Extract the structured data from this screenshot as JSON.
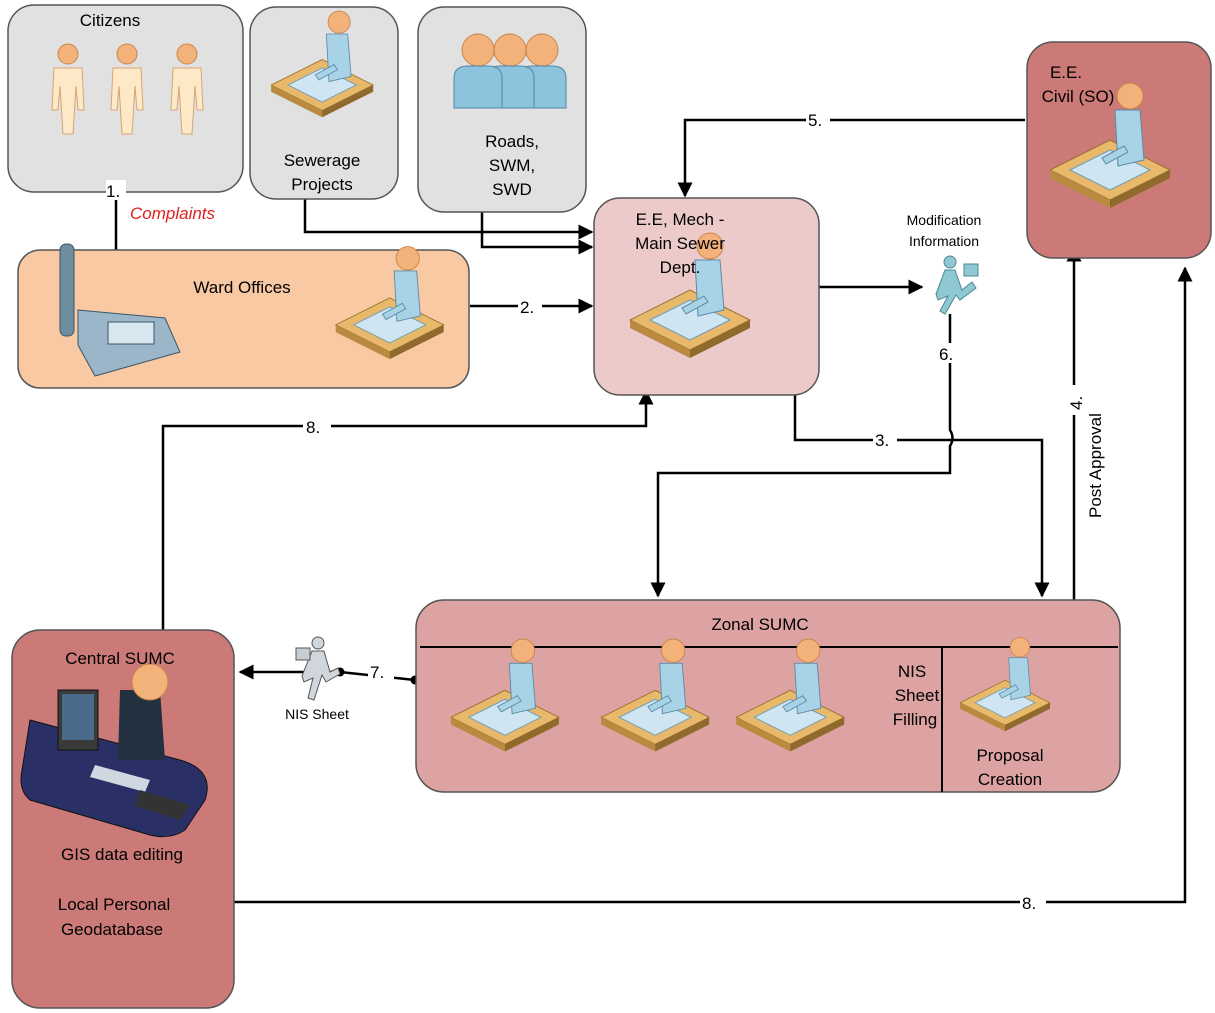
{
  "nodes": {
    "citizens": {
      "label": "Citizens"
    },
    "sewerage": {
      "line1": "Sewerage",
      "line2": "Projects"
    },
    "roads": {
      "line1": "Roads,",
      "line2": "SWM,",
      "line3": "SWD"
    },
    "ward": {
      "label": "Ward Offices"
    },
    "mech": {
      "line1": "E.E, Mech -",
      "line2": "Main Sewer",
      "line3": "Dept."
    },
    "civil": {
      "line1": "E.E.",
      "line2": "Civil (SO)"
    },
    "zonal": {
      "label": "Zonal SUMC",
      "nis_line1": "NIS",
      "nis_line2": "Sheet",
      "nis_line3": "Filling",
      "proposal_line1": "Proposal",
      "proposal_line2": "Creation"
    },
    "central": {
      "label": "Central SUMC",
      "gis": "GIS data editing",
      "local_line1": "Local Personal",
      "local_line2": "Geodatabase"
    }
  },
  "edge_labels": {
    "e1": "1.",
    "complaints": "Complaints",
    "e2": "2.",
    "e3": "3.",
    "e4": "4.",
    "post_approval": "Post Approval",
    "e5": "5.",
    "e6": "6.",
    "e7": "7.",
    "e8a": "8.",
    "e8b": "8.",
    "mod_line1": "Modification",
    "mod_line2": "Information",
    "nis_sheet": "NIS Sheet"
  },
  "colors": {
    "gray_box": "#e1e1e1",
    "orange_box": "#f9c9a3",
    "pink_box": "#eccaca",
    "red_box": "#cc7a78",
    "zonal_box": "#dda3a2",
    "complaints_text": "#e02020",
    "person_skin": "#f2b27a",
    "person_body": "#b8dcea"
  }
}
